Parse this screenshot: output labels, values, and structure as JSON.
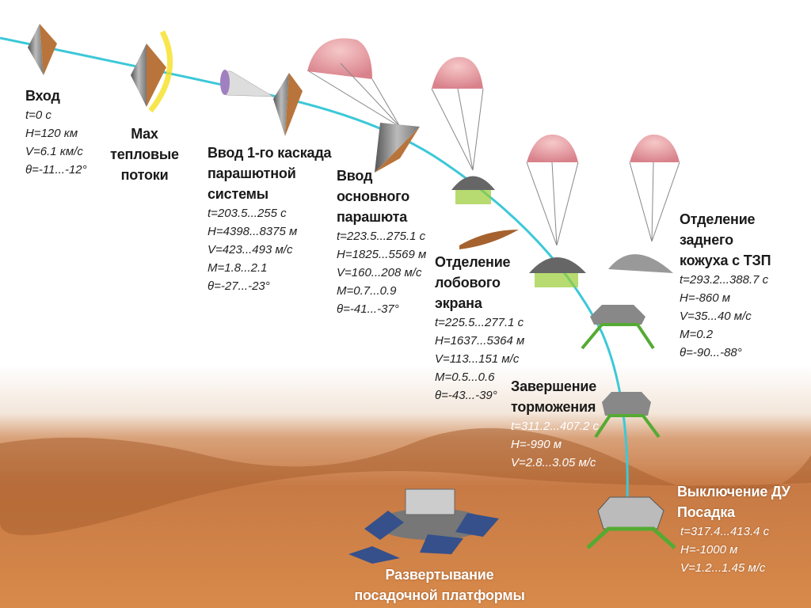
{
  "colors": {
    "trajectory": "#3cc8d8",
    "heatshield": "#b8743a",
    "parachute": "#e8a0a8",
    "mars": "#c8783a"
  },
  "stages": [
    {
      "title": [
        "Вход"
      ],
      "params": [
        "t=0 с",
        "H=120 км",
        "V=6.1 км/с",
        "θ=-11...-12°"
      ]
    },
    {
      "title": [
        "Max тепловые",
        "потоки"
      ],
      "params": []
    },
    {
      "title": [
        "Ввод 1-го каскада",
        "парашютной",
        "системы"
      ],
      "params": [
        "t=203.5...255 с",
        "H=4398...8375 м",
        "V=423...493 м/с",
        "M=1.8...2.1",
        "θ=-27...-23°"
      ]
    },
    {
      "title": [
        "Ввод",
        "основного",
        "парашюта"
      ],
      "params": [
        "t=223.5...275.1 с",
        "H=1825...5569 м",
        "V=160...208 м/с",
        "M=0.7...0.9",
        "θ=-41...-37°"
      ]
    },
    {
      "title": [
        "Отделение",
        "лобового",
        "экрана"
      ],
      "params": [
        "t=225.5...277.1 с",
        "H=1637...5364 м",
        "V=113...151 м/с",
        "M=0.5...0.6",
        "θ=-43...-39°"
      ]
    },
    {
      "title": [
        "Отделение заднего",
        "кожуха с ТЗП"
      ],
      "params": [
        "t=293.2...388.7 с",
        "H=-860 м",
        "V=35...40 м/с",
        "M=0.2",
        "θ=-90...-88°"
      ]
    },
    {
      "title": [
        "Завершение",
        "торможения"
      ],
      "params": [
        "t=311.2...407.2 с",
        "H=-990 м",
        "V=2.8...3.05 м/с"
      ]
    },
    {
      "title": [
        "Выключение ДУ",
        "Посадка"
      ],
      "params": [
        "t=317.4...413.4 с",
        "H=-1000 м",
        "V=1.2...1.45 м/с"
      ]
    },
    {
      "title": [
        "Развертывание",
        "посадочной платформы"
      ],
      "params": []
    }
  ]
}
